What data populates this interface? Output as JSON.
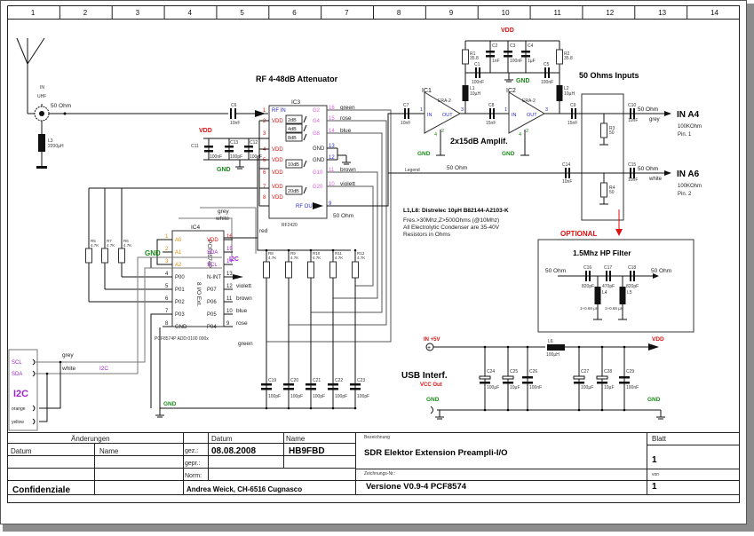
{
  "grid_columns": [
    "1",
    "2",
    "3",
    "4",
    "5",
    "6",
    "7",
    "8",
    "9",
    "10",
    "11",
    "12",
    "13",
    "14"
  ],
  "antenna": {
    "in_label": "IN",
    "uhf_label": "UHF",
    "impedance": "50 Ohm",
    "choke_ref": "L3",
    "choke_value": "2200µH"
  },
  "attenuator": {
    "title": "RF 4-48dB Attenuator",
    "ic_ref": "IC3",
    "ic_part": "RF2420",
    "out_impedance": "50 Ohm",
    "coupling_cap": {
      "ref": "C6",
      "value": "10nF"
    },
    "decoupling": [
      {
        "ref": "C11",
        "value": "100nF"
      },
      {
        "ref": "C13",
        "value": "100pF"
      },
      {
        "ref": "C12",
        "value": "100nF"
      }
    ],
    "vdd_label": "VDD",
    "gnd_label": "GND",
    "left_pins": [
      {
        "num": "1",
        "name": "RF IN"
      },
      {
        "num": "2",
        "name": "VDD"
      },
      {
        "num": "3",
        "name": ""
      },
      {
        "num": "4",
        "name": "VDD"
      },
      {
        "num": "5",
        "name": "VDD"
      },
      {
        "num": "6",
        "name": "VDD"
      },
      {
        "num": "7",
        "name": "VDD"
      },
      {
        "num": "8",
        "name": "VDD"
      }
    ],
    "right_pins": [
      {
        "num": "16",
        "name": "G2",
        "wire": "green"
      },
      {
        "num": "15",
        "name": "G4",
        "wire": "rose"
      },
      {
        "num": "14",
        "name": "G8",
        "wire": "blue"
      },
      {
        "num": "13",
        "name": "GND",
        "wire": ""
      },
      {
        "num": "12",
        "name": "GND",
        "wire": ""
      },
      {
        "num": "11",
        "name": "G10",
        "wire": "brown"
      },
      {
        "num": "10",
        "name": "G20",
        "wire": "violett"
      },
      {
        "num": "9",
        "name": "RF OUT",
        "wire": ""
      }
    ],
    "steps": [
      "2dB",
      "4dB",
      "8dB",
      "10dB",
      "20dB"
    ]
  },
  "amplifier": {
    "title": "2x15dB Amplif.",
    "vdd_label": "VDD",
    "gnd_label": "GND",
    "stages": [
      {
        "ref": "IC1",
        "part": "ERA-2",
        "in": "IN",
        "out": "OUT",
        "pin_in": "1",
        "pin_out": "3",
        "pin_gnd1": "4",
        "pin_gnd2": "2"
      },
      {
        "ref": "IC2",
        "part": "ERA-2",
        "in": "IN",
        "out": "OUT",
        "pin_in": "1",
        "pin_out": "3",
        "pin_gnd1": "4",
        "pin_gnd2": "2"
      }
    ],
    "components": [
      {
        "ref": "C7",
        "value": "10nF"
      },
      {
        "ref": "C8",
        "value": "15nF"
      },
      {
        "ref": "C9",
        "value": "15nF"
      },
      {
        "ref": "R1",
        "value": "35.8"
      },
      {
        "ref": "R2",
        "value": "35.8"
      },
      {
        "ref": "C1",
        "value": "100nF"
      },
      {
        "ref": "C5",
        "value": "100nF"
      },
      {
        "ref": "C2",
        "value": "1nF"
      },
      {
        "ref": "C3",
        "value": "100nF"
      },
      {
        "ref": "C4",
        "value": "1µF"
      },
      {
        "ref": "L1",
        "value": "10µH"
      },
      {
        "ref": "L2",
        "value": "10µH"
      }
    ]
  },
  "inputs": {
    "title": "50 Ohms Inputs",
    "legend_label": "Legend",
    "legend_impedance": "50 Ohm",
    "channels": [
      {
        "name": "IN A4",
        "impedance_in": "50 Ohm",
        "wire": "grey",
        "load": "100KOhm",
        "pin": "Pin. 1",
        "cap_in": {
          "ref": "C10",
          "value": "10nF"
        },
        "resistor": {
          "ref": "R3",
          "value": "50"
        }
      },
      {
        "name": "IN A6",
        "impedance_in": "50 Ohm",
        "wire": "white",
        "load": "100KOhm",
        "pin": "Pin. 2",
        "cap_in": {
          "ref": "C15",
          "value": "10nF"
        },
        "resistor": {
          "ref": "R4",
          "value": "50"
        }
      }
    ],
    "c14": {
      "ref": "C14",
      "value": "10nF"
    }
  },
  "notes": {
    "title": "L1,L8: Distrelec 10µH B82144-A2103-K",
    "lines": [
      "Fres.>30Mhz,Z>500Ohms (@10Mhz)",
      "All Electrolytic Condenser are 35-40V",
      "Resistors in Ohms"
    ]
  },
  "filter": {
    "optional_label": "OPTIONAL",
    "title": "1.5Mhz HP Filter",
    "in_impedance": "50 Ohm",
    "out_impedance": "50 Ohm",
    "caps": [
      {
        "ref": "C16",
        "value": "820pF"
      },
      {
        "ref": "C17",
        "value": "470pF"
      },
      {
        "ref": "C18",
        "value": "820pF"
      }
    ],
    "inductors": [
      {
        "ref": "L4",
        "value": "1+0.68 µH"
      },
      {
        "ref": "L5",
        "value": "1+0.68 µH"
      }
    ]
  },
  "io_expander": {
    "ic_ref": "IC4",
    "part": "PCF8574P",
    "body_label": "8 I/O Ext.",
    "address_label": "PCF8574P  ADD:0100 000x",
    "gnd_label": "GND",
    "i2c_label": "I2C",
    "red_label": "red",
    "bus_wires": [
      "grey",
      "white"
    ],
    "left_pins": [
      {
        "num": "1",
        "name": "A0"
      },
      {
        "num": "2",
        "name": "A1"
      },
      {
        "num": "3",
        "name": "A2"
      },
      {
        "num": "4",
        "name": "P00"
      },
      {
        "num": "5",
        "name": "P01"
      },
      {
        "num": "6",
        "name": "P02"
      },
      {
        "num": "7",
        "name": "P03"
      },
      {
        "num": "8",
        "name": "GND"
      }
    ],
    "right_pins": [
      {
        "num": "16",
        "name": "VDD",
        "wire": ""
      },
      {
        "num": "15",
        "name": "SDA",
        "wire": ""
      },
      {
        "num": "14",
        "name": "SCL",
        "wire": ""
      },
      {
        "num": "13",
        "name": "N-INT",
        "wire": ""
      },
      {
        "num": "12",
        "name": "P07",
        "wire": "violett"
      },
      {
        "num": "11",
        "name": "P06",
        "wire": "brown"
      },
      {
        "num": "10",
        "name": "P05",
        "wire": "blue"
      },
      {
        "num": "9",
        "name": "P04",
        "wire": "rose"
      }
    ],
    "p03_wire": "green",
    "pullups_left": [
      {
        "ref": "R5",
        "value": "4.7K"
      },
      {
        "ref": "R7",
        "value": "4.7K"
      },
      {
        "ref": "R6",
        "value": "4.7K"
      }
    ],
    "pullups_right": [
      {
        "ref": "R8",
        "value": "4.7K"
      },
      {
        "ref": "R9",
        "value": "4.7K"
      },
      {
        "ref": "R10",
        "value": "4.7K"
      },
      {
        "ref": "R11",
        "value": "4.7K"
      },
      {
        "ref": "R12",
        "value": "4.7K"
      }
    ],
    "filter_caps": [
      {
        "ref": "C19",
        "value": "100pF"
      },
      {
        "ref": "C20",
        "value": "100pF"
      },
      {
        "ref": "C21",
        "value": "100pF"
      },
      {
        "ref": "C22",
        "value": "100pF"
      },
      {
        "ref": "C23",
        "value": "100pF"
      }
    ],
    "gnd_bus_label": "GND"
  },
  "i2c_connector": {
    "title": "I2C",
    "pins": [
      "SCL",
      "SDA",
      "orange",
      "yellow"
    ],
    "wire_grey": "grey",
    "wire_white": "white",
    "bus_label": "I2C"
  },
  "usb": {
    "title": "USB Interf.",
    "subtitle": "VCC Out",
    "in_label": "IN +5V",
    "out_label": "VDD",
    "gnd_left": "GND",
    "gnd_right": "GND",
    "inductor": {
      "ref": "L6",
      "value": "100µH"
    },
    "caps": [
      {
        "ref": "C24",
        "value": "100µF"
      },
      {
        "ref": "C25",
        "value": "10µF"
      },
      {
        "ref": "C26",
        "value": "100nF"
      },
      {
        "ref": "C27",
        "value": "100µF"
      },
      {
        "ref": "C28",
        "value": "10µF"
      },
      {
        "ref": "C29",
        "value": "100nF"
      }
    ]
  },
  "title_block": {
    "changes_header": "Änderungen",
    "changes_datum": "Datum",
    "changes_name": "Name",
    "confidential": "Confidenziale",
    "datum_header": "Datum",
    "name_header": "Name",
    "gez_label": "gez.:",
    "gepr_label": "gepr.:",
    "norm_label": "Norm:",
    "date": "08.08.2008",
    "author_call": "HB9FBD",
    "author": "Andrea Weick, CH-6516 Cugnasco",
    "bezeichnung_label": "Bezeichnung",
    "title": "SDR Elektor Extension Preampli-I/O",
    "drawing_no_label": "Zeichnungs-Nr.:",
    "version": "Versione V0.9-4 PCF8574",
    "sheet_label": "Blatt",
    "sheet": "1",
    "of_label": "von",
    "of": "1"
  }
}
